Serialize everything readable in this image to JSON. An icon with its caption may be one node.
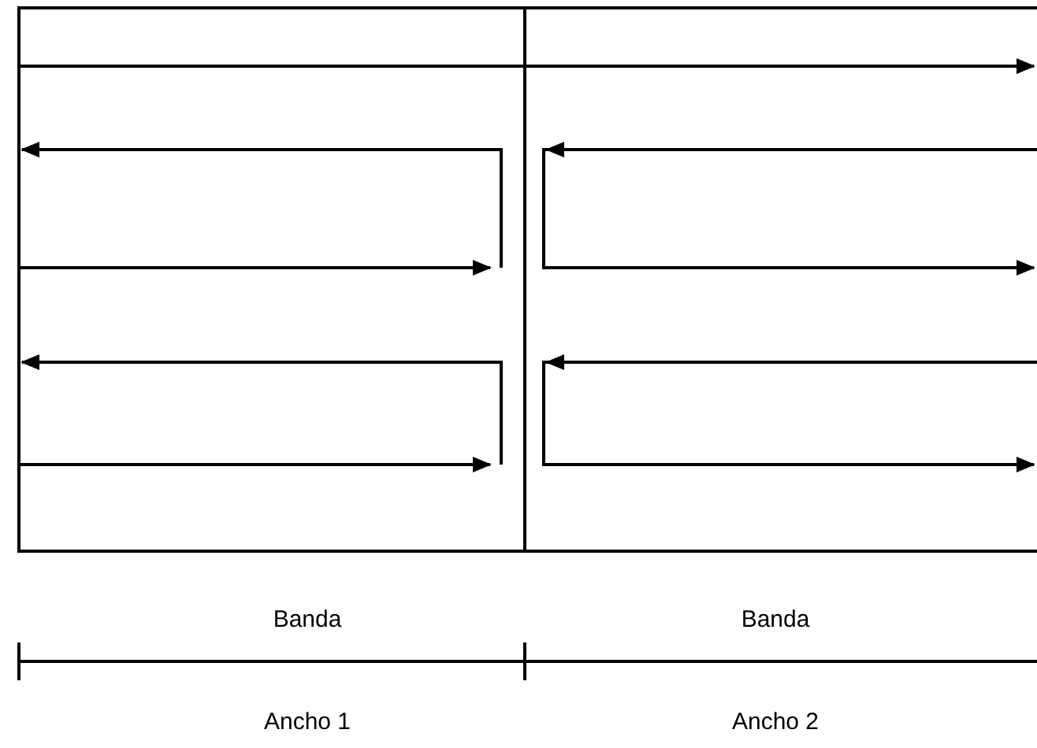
{
  "diagram": {
    "labels": [
      "Banda",
      "Banda",
      "Ancho 1",
      "Ancho 2"
    ]
  }
}
